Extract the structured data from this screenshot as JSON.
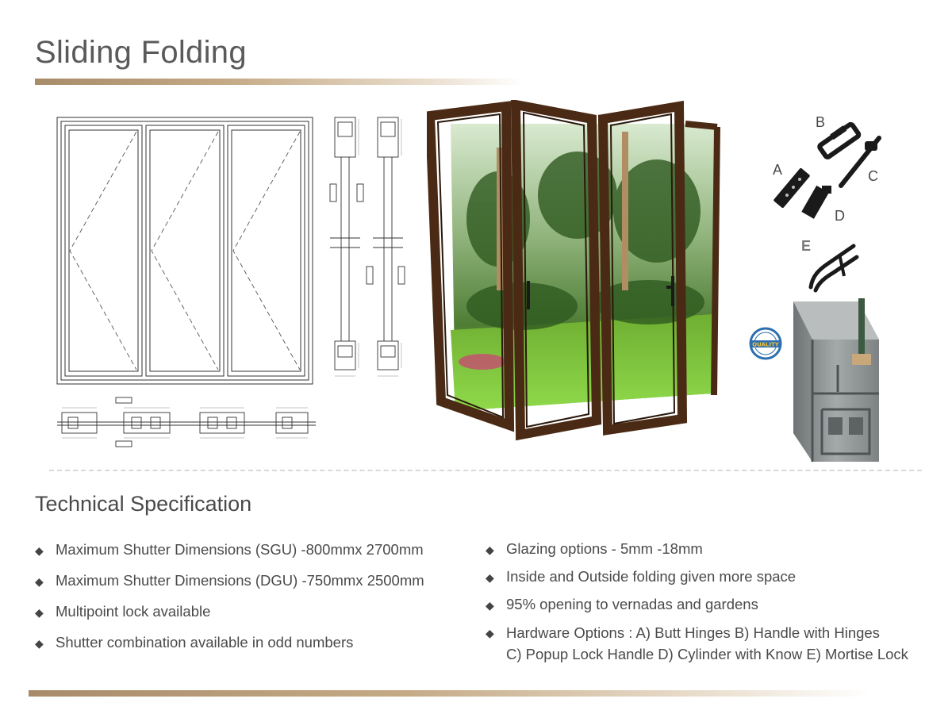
{
  "header": {
    "title": "Sliding Folding"
  },
  "hardware": {
    "labels": {
      "a": "A",
      "b": "B",
      "c": "C",
      "d": "D",
      "e": "E"
    }
  },
  "quality_badge": {
    "text": "QUALITY"
  },
  "spec": {
    "title": "Technical Specification",
    "left": [
      "Maximum Shutter Dimensions (SGU) -800mmx 2700mm",
      "Maximum Shutter Dimensions (DGU) -750mmx 2500mm",
      "Multipoint lock available",
      "Shutter combination available in odd numbers"
    ],
    "right": [
      "Glazing options - 5mm -18mm",
      "Inside and Outside folding given more space",
      "95% opening to vernadas and gardens"
    ],
    "hardware_options": {
      "line1": "Hardware Options :  A) Butt Hinges B) Handle with Hinges",
      "line2": "C) Popup Lock Handle D) Cylinder with Know E) Mortise Lock"
    }
  },
  "colors": {
    "accent_gold": "#b89c78",
    "frame_brown": "#4a2a14",
    "profile_grey": "#8a8e8f"
  }
}
